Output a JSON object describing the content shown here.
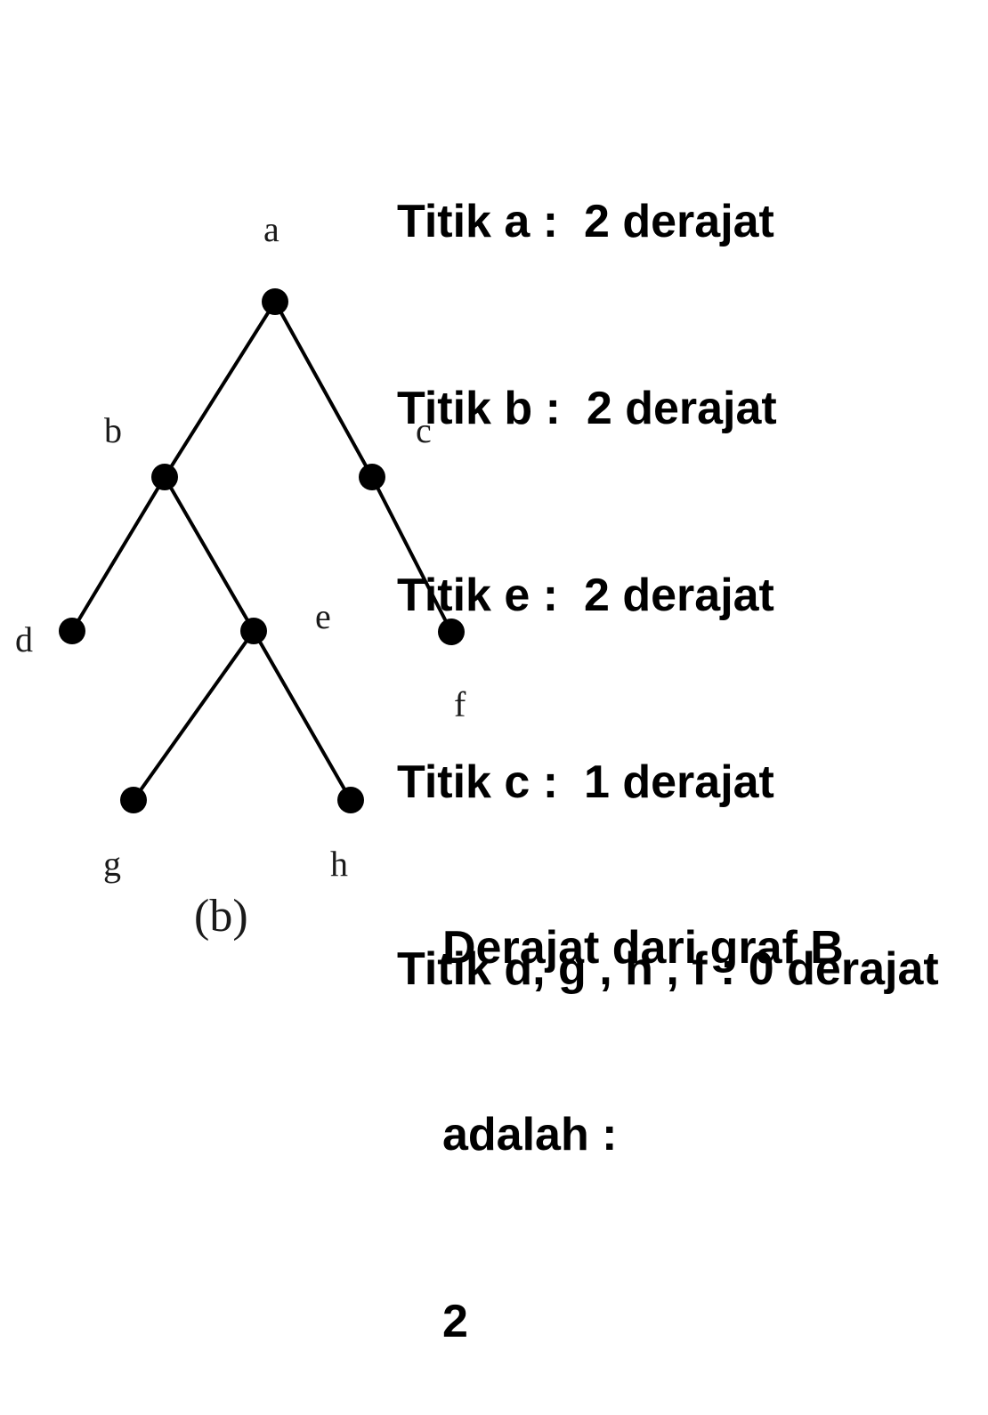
{
  "graph": {
    "caption": "(b)",
    "nodes": [
      {
        "id": "a",
        "label": "a"
      },
      {
        "id": "b",
        "label": "b"
      },
      {
        "id": "c",
        "label": "c"
      },
      {
        "id": "d",
        "label": "d"
      },
      {
        "id": "e",
        "label": "e"
      },
      {
        "id": "f",
        "label": "f"
      },
      {
        "id": "g",
        "label": "g"
      },
      {
        "id": "h",
        "label": "h"
      }
    ],
    "edges": [
      [
        "a",
        "b"
      ],
      [
        "a",
        "c"
      ],
      [
        "b",
        "d"
      ],
      [
        "b",
        "e"
      ],
      [
        "c",
        "f"
      ],
      [
        "e",
        "g"
      ],
      [
        "e",
        "h"
      ]
    ]
  },
  "degrees": [
    "Titik a :  2 derajat",
    "Titik b :  2 derajat",
    "Titik e :  2 derajat",
    "Titik c :  1 derajat",
    "Titik d, g , h , f : 0 derajat"
  ],
  "answer": {
    "line1": "Derajat dari graf B",
    "line2": "adalah :",
    "value": "2"
  }
}
